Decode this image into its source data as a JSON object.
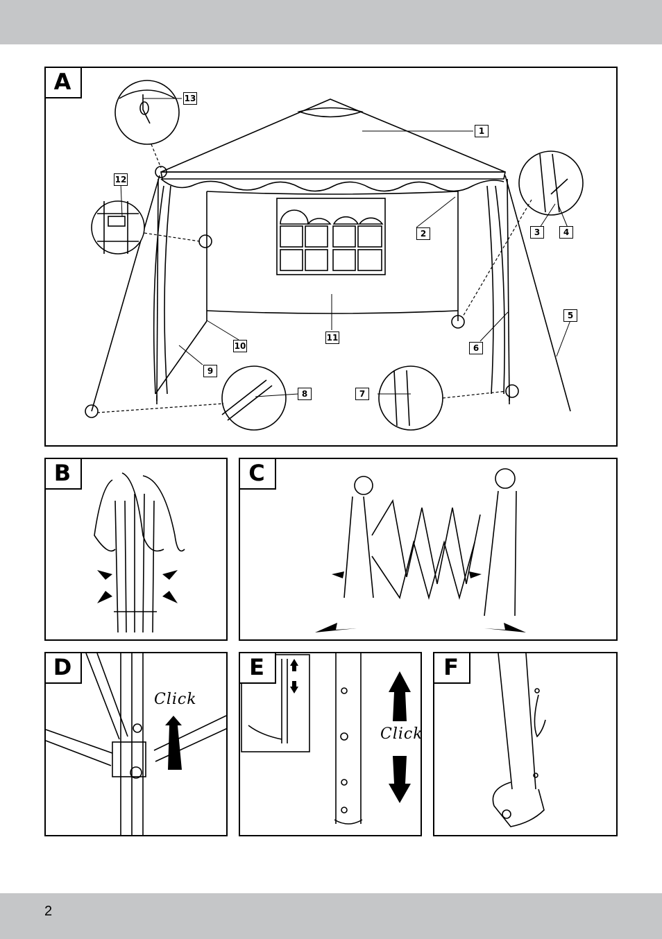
{
  "page": {
    "number": "2"
  },
  "panels": {
    "a": {
      "label": "A",
      "callouts": [
        "1",
        "2",
        "3",
        "4",
        "5",
        "6",
        "7",
        "8",
        "9",
        "10",
        "11",
        "12",
        "13"
      ]
    },
    "b": {
      "label": "B"
    },
    "c": {
      "label": "C"
    },
    "d": {
      "label": "D",
      "click": "Click"
    },
    "e": {
      "label": "E",
      "click": "Click"
    },
    "f": {
      "label": "F"
    }
  }
}
